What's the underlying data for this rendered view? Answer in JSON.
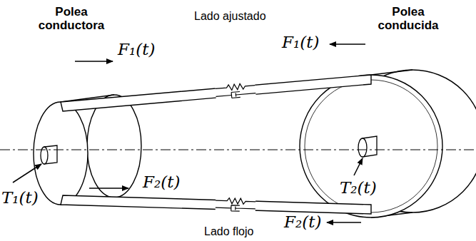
{
  "diagram": {
    "labels": [
      "Polea conductora",
      "Lado ajustado",
      "Polea conducida",
      "F₁(t)",
      "F₁(t)",
      "T₁(t)",
      "T₂(t)",
      "F₂(t)",
      "F₂(t)",
      "Lado flojo"
    ]
  }
}
